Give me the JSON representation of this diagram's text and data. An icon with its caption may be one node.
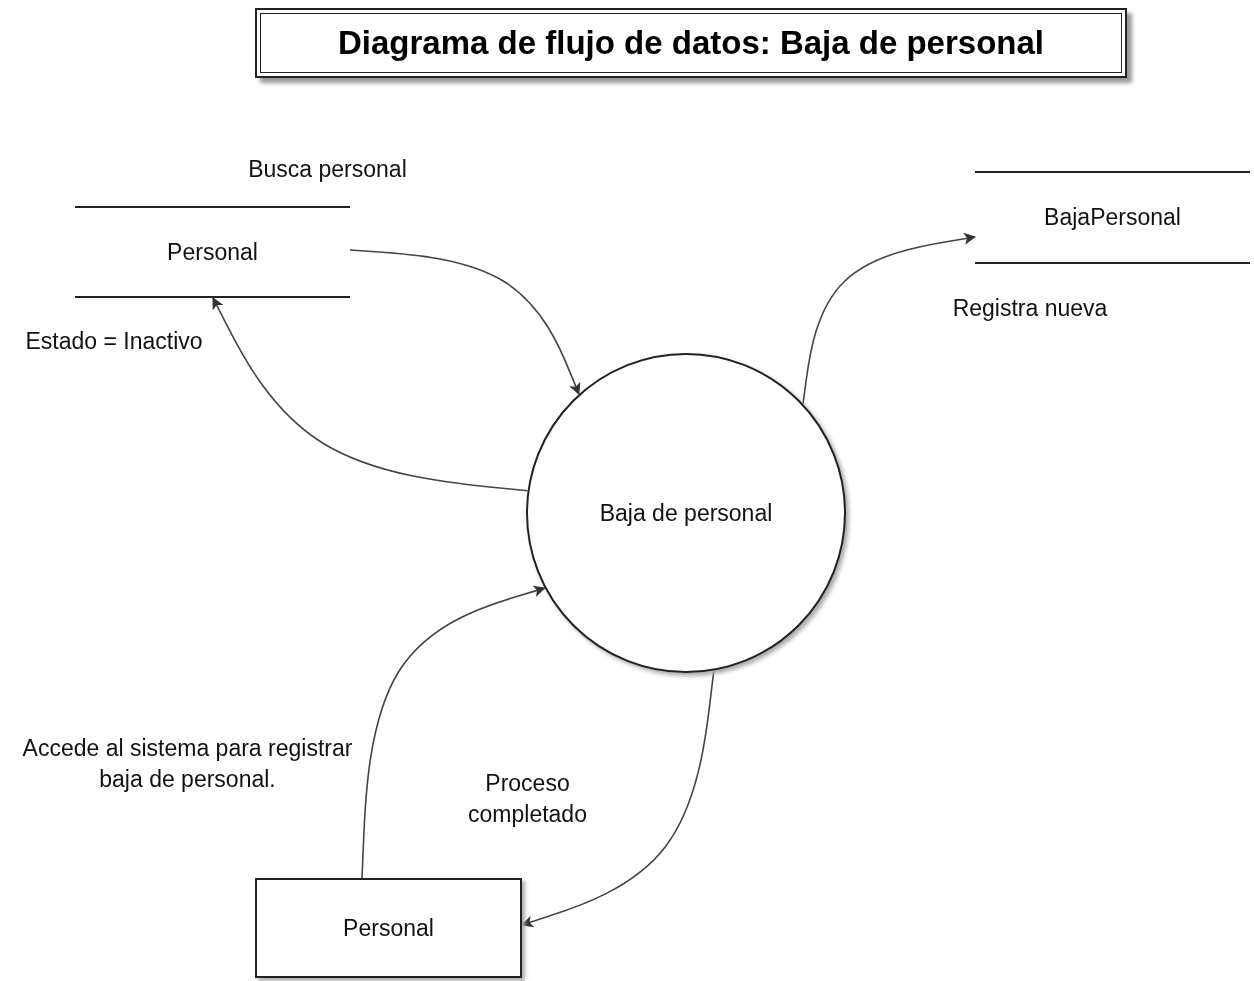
{
  "diagram": {
    "title": "Diagrama de flujo de datos: Baja de personal",
    "nodes": [
      {
        "text": [
          "Personal"
        ]
      },
      {
        "text": [
          "Baja de personal"
        ]
      },
      {
        "text": [
          "BajaPersonal"
        ]
      },
      {
        "text": [
          "Personal"
        ]
      }
    ],
    "edges": [
      {
        "from": 0,
        "to": 1,
        "arrow": "to",
        "label": "Busca personal"
      },
      {
        "from": 1,
        "to": 0,
        "arrow": "to",
        "label": "Estado = Inactivo"
      },
      {
        "from": 1,
        "to": 2,
        "arrow": "to",
        "label": "Registra nueva"
      },
      {
        "from": 3,
        "to": 1,
        "arrow": "to",
        "label": "Accede al sistema para registrar baja de personal."
      },
      {
        "from": 1,
        "to": 3,
        "arrow": "to",
        "label": "Proceso completado"
      }
    ]
  }
}
